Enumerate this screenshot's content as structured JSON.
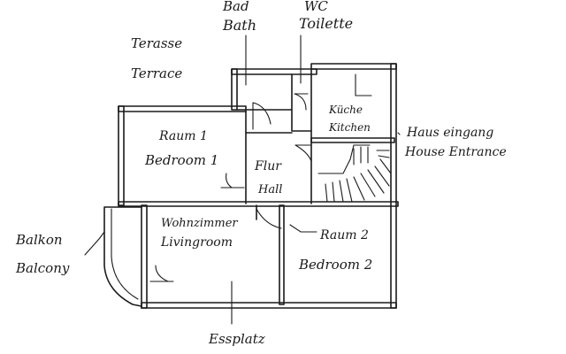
{
  "labels": {
    "bad": "Bad",
    "bath": "Bath",
    "wc": "WC",
    "toilette": "Toilette",
    "terasse": "Terasse",
    "terrace": "Terrace",
    "raum1": "Raum 1",
    "bedroom1": "Bedroom 1",
    "kuche": "Küche",
    "kitchen": "Kitchen",
    "hauseingang": "Haus eingang",
    "house_entrance": "House Entrance",
    "flur": "Flur",
    "hall": "Hall",
    "balkon": "Balkon",
    "balcony": "Balcony",
    "wohnzimmer": "Wohnzimmer",
    "livingroom": "Livingroom",
    "raum2": "Raum 2",
    "bedroom2": "Bedroom 2",
    "essplatz": "Essplatz"
  },
  "colors": {
    "ink": "#1a1a1a",
    "paper": "#ffffff"
  }
}
